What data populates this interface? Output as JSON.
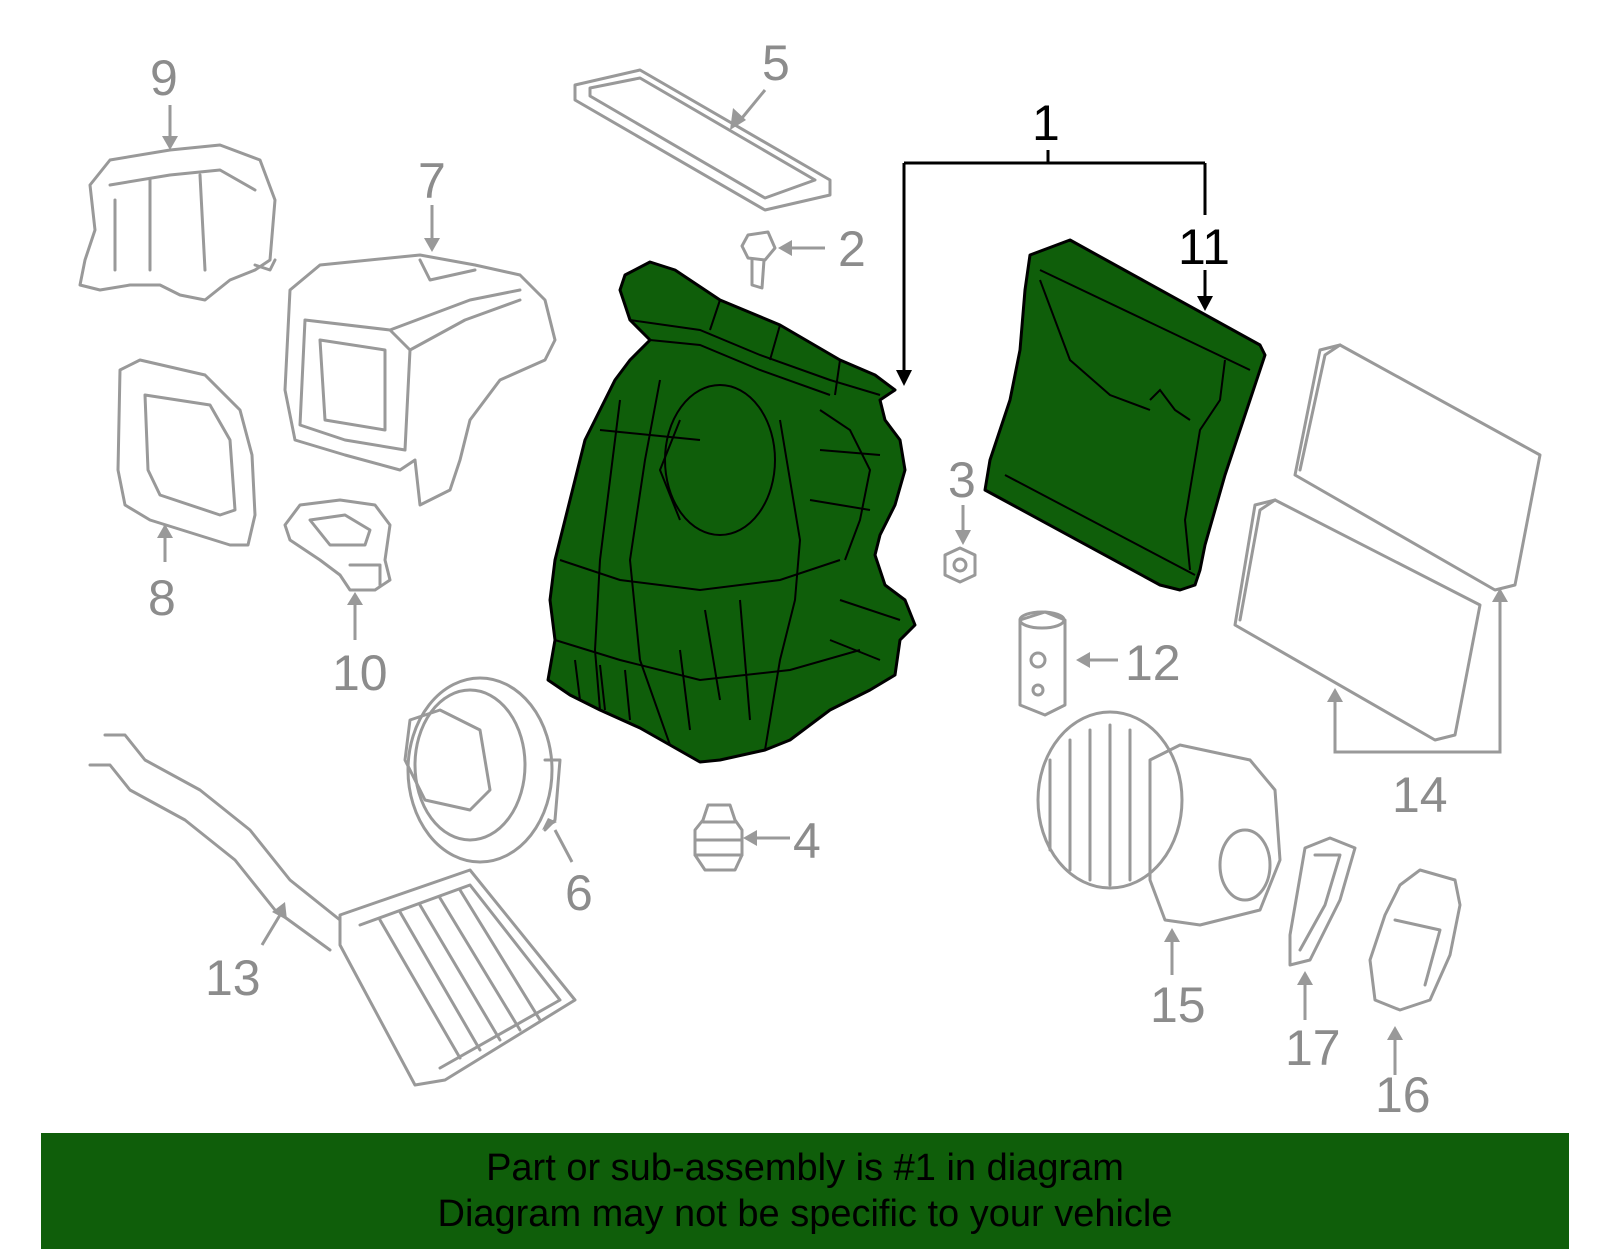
{
  "callouts": {
    "c1": "1",
    "c2": "2",
    "c3": "3",
    "c4": "4",
    "c5": "5",
    "c6": "6",
    "c7": "7",
    "c8": "8",
    "c9": "9",
    "c10": "10",
    "c11": "11",
    "c12": "12",
    "c13": "13",
    "c14": "14",
    "c15": "15",
    "c16": "16",
    "c17": "17"
  },
  "highlight": {
    "part": "1",
    "color": "#0f5e0a"
  },
  "banner": {
    "line1": "Part or sub-assembly is #1 in diagram",
    "line2": "Diagram may not be specific to your vehicle",
    "color": "#0f5e0a"
  }
}
